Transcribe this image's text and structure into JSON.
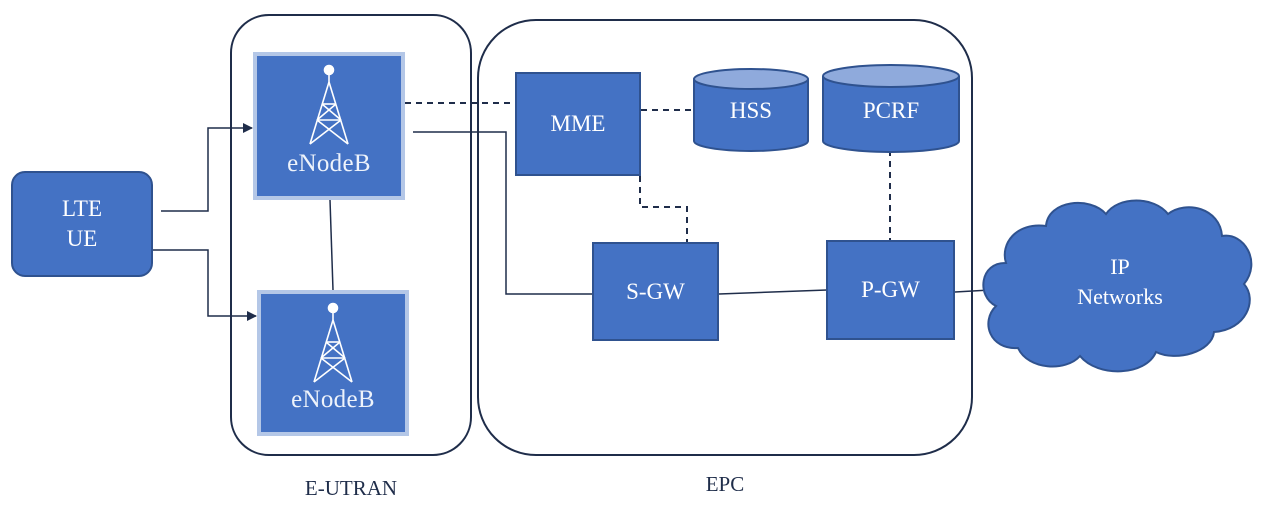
{
  "nodes": {
    "lte_ue": {
      "line1": "LTE",
      "line2": "UE"
    },
    "enodeb_top": {
      "label": "eNodeB"
    },
    "enodeb_bottom": {
      "label": "eNodeB"
    },
    "mme": {
      "label": "MME"
    },
    "hss": {
      "label": "HSS"
    },
    "pcrf": {
      "label": "PCRF"
    },
    "sgw": {
      "label": "S-GW"
    },
    "pgw": {
      "label": "P-GW"
    },
    "ip_networks": {
      "line1": "IP",
      "line2": "Networks"
    }
  },
  "groups": {
    "eutran": {
      "label": "E-UTRAN"
    },
    "epc": {
      "label": "EPC"
    }
  },
  "colors": {
    "node_fill": "#4472c4",
    "node_border": "#2f528f",
    "cylinder_top": "#8faadc",
    "group_border": "#1f2d4a",
    "line": "#1f2d4a"
  }
}
